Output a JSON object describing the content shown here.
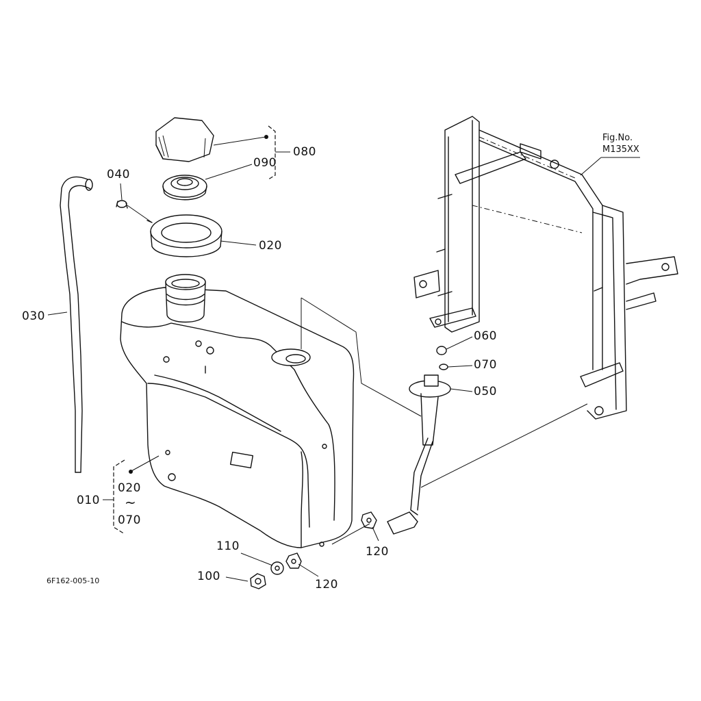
{
  "labels": {
    "p080": "080",
    "p090": "090",
    "p040": "040",
    "p020_top": "020",
    "p030": "030",
    "p010": "010",
    "p020_range": "020",
    "tilde": "~",
    "p070_range": "070",
    "p060": "060",
    "p070": "070",
    "p050": "050",
    "p110": "110",
    "p100": "100",
    "p120_a": "120",
    "p120_b": "120",
    "fig_no_1": "Fig.No.",
    "fig_no_2": "M135XX",
    "drawing_id": "6F162-005-10"
  }
}
